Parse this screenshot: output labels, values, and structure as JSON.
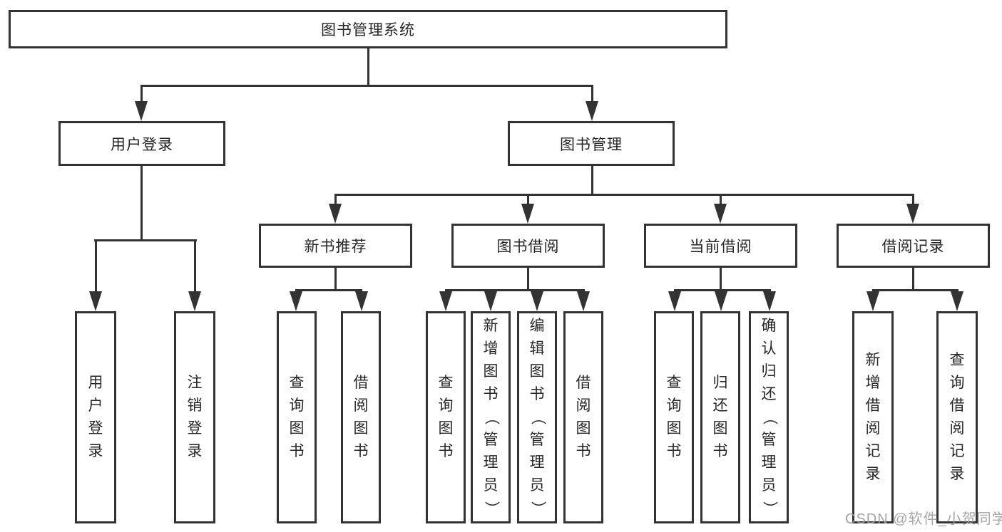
{
  "diagram": {
    "type": "hierarchy-tree",
    "colors": {
      "line": "#333333",
      "text": "#262626",
      "box_bg": "#ffffff",
      "watermark": "#9e9e9e"
    },
    "nodes": {
      "root": "图书管理系统",
      "user_login": "用户登录",
      "book_mgmt": "图书管理",
      "new_book_rec": "新书推荐",
      "book_borrow": "图书借阅",
      "current_borrow": "当前借阅",
      "borrow_record": "借阅记录"
    },
    "leaves": {
      "user_login": "用户登录",
      "logout": "注销登录",
      "nbr_query": "查询图书",
      "nbr_borrow": "借阅图书",
      "bb_query": "查询图书",
      "bb_add": "新增图书（管理员）",
      "bb_edit": "编辑图书（管理员）",
      "bb_borrow": "借阅图书",
      "cb_query": "查询图书",
      "cb_return": "归还图书",
      "cb_confirm": "确认归还（管理员）",
      "br_add": "新增借阅记录",
      "br_query": "查询借阅记录"
    },
    "watermark": "CSDN @软件_小贺同学"
  }
}
